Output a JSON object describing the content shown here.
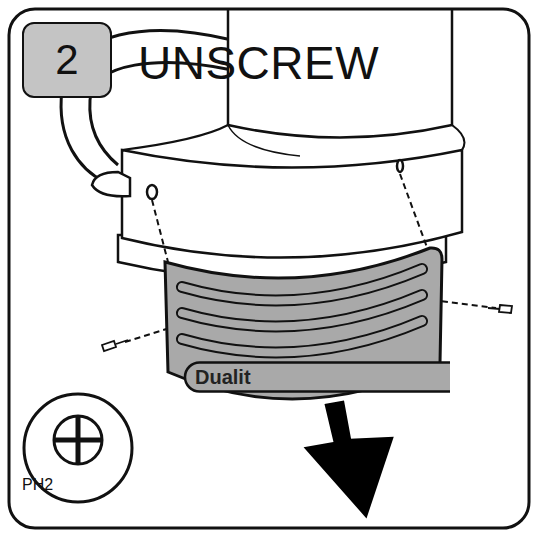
{
  "diagram": {
    "title": "UNSCREW",
    "nodes": [
      {
        "text": [
          "2"
        ]
      },
      {
        "text": [
          "Dualit"
        ]
      },
      {
        "text": [
          "PH2"
        ]
      }
    ]
  }
}
